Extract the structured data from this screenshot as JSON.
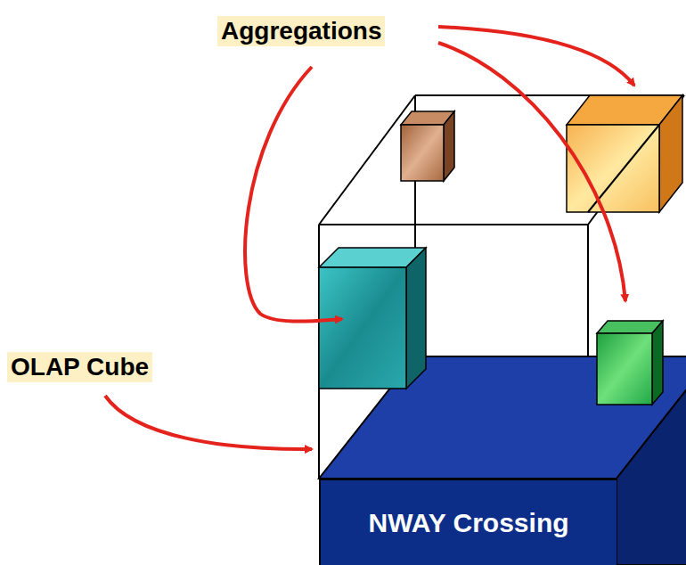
{
  "diagram": {
    "nodes": [
      {
        "text": [
          "NWAY Crossing"
        ]
      }
    ],
    "labels": [
      "Aggregations",
      "OLAP Cube"
    ]
  }
}
